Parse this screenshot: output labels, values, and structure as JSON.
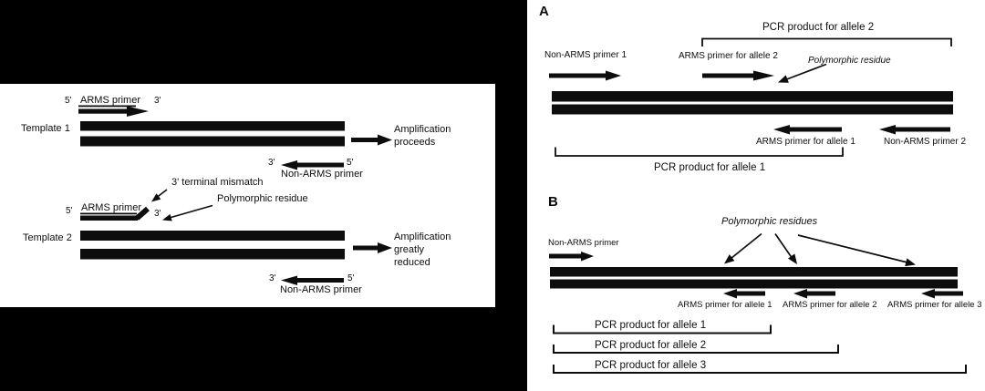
{
  "palette": {
    "background": "#000000",
    "panel": "#ffffff",
    "ink": "#0d0d0d"
  },
  "left": {
    "t1_five": "5'",
    "t1_arms": "ARMS primer",
    "t1_three": "3'",
    "t1_label": "Template 1",
    "t1_result1": "Amplification",
    "t1_result2": "proceeds",
    "t1_b_three": "3'",
    "t1_b_five": "5'",
    "t1_nonarms": "Non-ARMS primer",
    "mismatch": "3' terminal mismatch",
    "polymorphic": "Polymorphic residue",
    "t2_five": "5'",
    "t2_arms": "ARMS primer",
    "t2_three": "3'",
    "t2_label": "Template 2",
    "t2_result1": "Amplification",
    "t2_result2": "greatly",
    "t2_result3": "reduced",
    "t2_b_three": "3'",
    "t2_b_five": "5'",
    "t2_nonarms": "Non-ARMS primer"
  },
  "panel_a": {
    "label": "A",
    "pcr_allele2": "PCR product for allele 2",
    "nonarms1": "Non-ARMS primer 1",
    "arms_allele2": "ARMS primer for allele 2",
    "polymorphic": "Polymorphic residue",
    "arms_allele1": "ARMS primer for allele 1",
    "nonarms2": "Non-ARMS primer 2",
    "pcr_allele1": "PCR product for allele 1"
  },
  "panel_b": {
    "label": "B",
    "polymorphic": "Polymorphic residues",
    "nonarms": "Non-ARMS primer",
    "arms_allele1": "ARMS primer for allele 1",
    "arms_allele2": "ARMS primer for allele 2",
    "arms_allele3": "ARMS primer for allele 3",
    "pcr_allele1": "PCR product for allele 1",
    "pcr_allele2": "PCR product for allele 2",
    "pcr_allele3": "PCR product for allele 3"
  }
}
